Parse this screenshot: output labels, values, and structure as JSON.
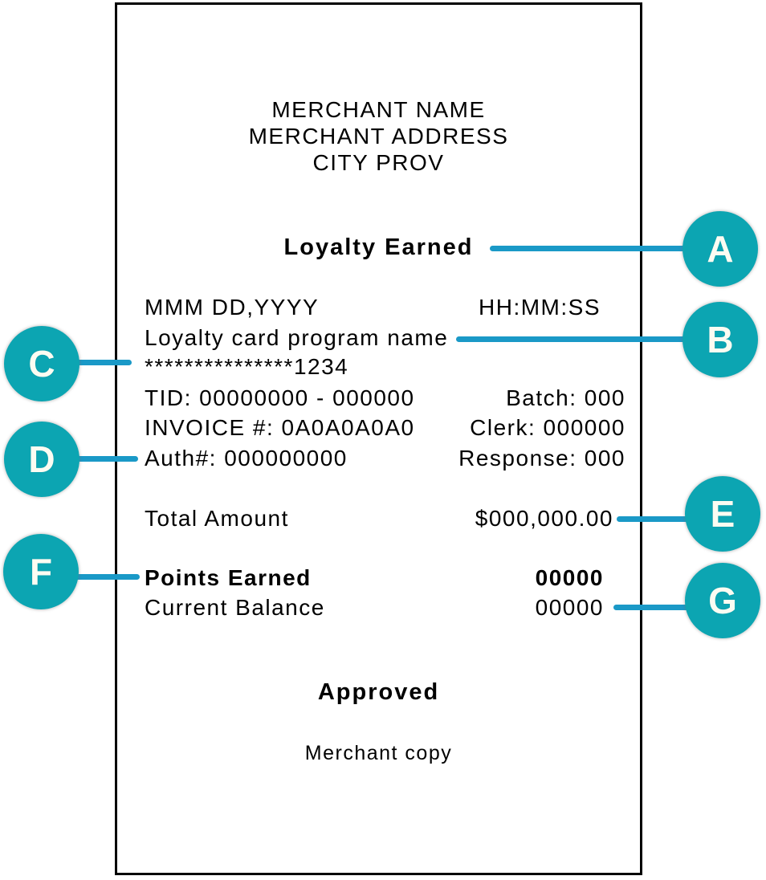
{
  "receipt": {
    "merchant": {
      "name": "MERCHANT NAME",
      "address": "MERCHANT ADDRESS",
      "city": "CITY PROV"
    },
    "title": "Loyalty Earned",
    "datetime": {
      "date": "MMM DD,YYYY",
      "time": "HH:MM:SS"
    },
    "program_name": "Loyalty card program name",
    "card_number_masked": "***************1234",
    "tid_row": {
      "left": "TID: 00000000 - 000000",
      "right": "Batch: 000"
    },
    "invoice_row": {
      "left": "INVOICE #: 0A0A0A0A0",
      "right": "Clerk: 000000"
    },
    "auth_row": {
      "left": "Auth#: 000000000",
      "right": "Response: 000"
    },
    "total_row": {
      "label": "Total Amount",
      "value": "$000,000.00"
    },
    "points_row": {
      "label": "Points Earned",
      "value": "00000"
    },
    "balance_row": {
      "label": "Current Balance",
      "value": "00000"
    },
    "status": "Approved",
    "copy": "Merchant copy"
  },
  "callouts": {
    "a": "A",
    "b": "B",
    "c": "C",
    "d": "D",
    "e": "E",
    "f": "F",
    "g": "G"
  },
  "colors": {
    "callout_fill": "#0CA5B2",
    "leader_line": "#1A99C7",
    "receipt_border": "#000000"
  }
}
